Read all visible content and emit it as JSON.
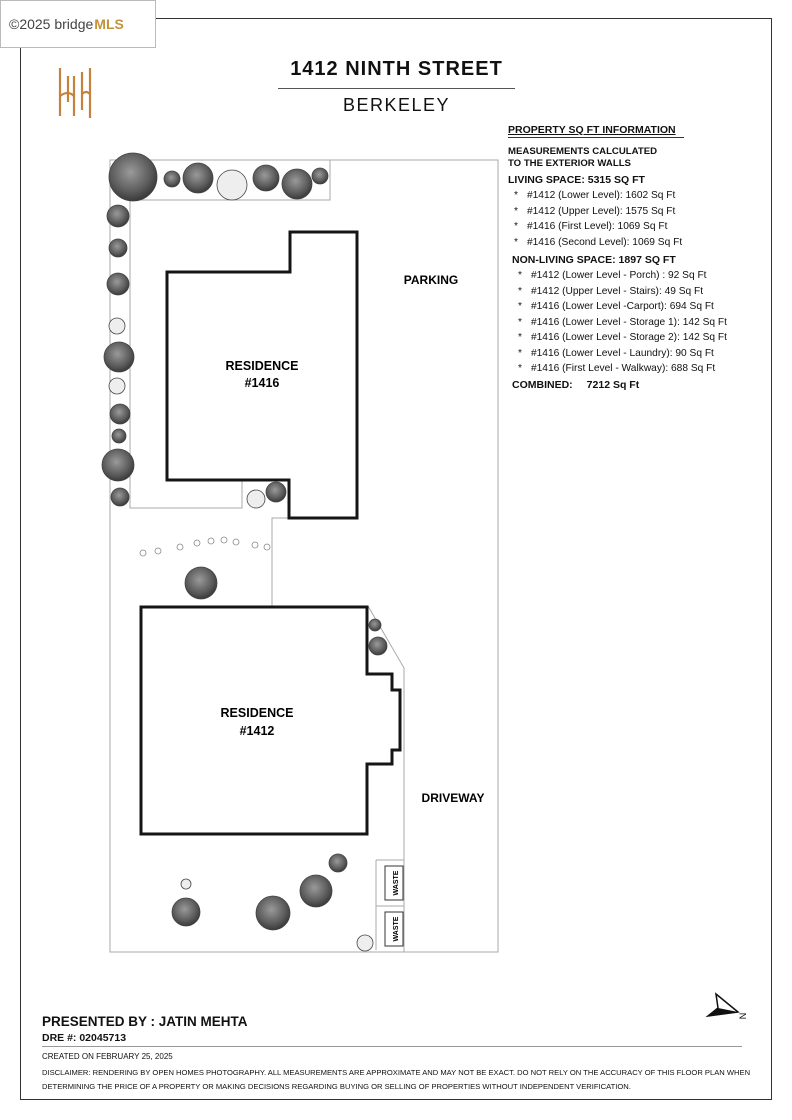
{
  "watermark": {
    "copyright": "©2025 bridge",
    "brand": "MLS"
  },
  "header": {
    "title": "1412 NINTH STREET",
    "subtitle": "BERKELEY"
  },
  "info": {
    "heading": "PROPERTY SQ FT INFORMATION",
    "measure_line1": "MEASUREMENTS CALCULATED",
    "measure_line2": "TO THE EXTERIOR WALLS",
    "living_title": "LIVING SPACE: 5315 SQ FT",
    "living_items": [
      "#1412 (Lower Level):   1602 Sq Ft",
      "#1412 (Upper Level):   1575 Sq Ft",
      "#1416 (First Level):   1069 Sq Ft",
      "#1416 (Second Level):   1069 Sq Ft"
    ],
    "nonliving_title": "NON-LIVING SPACE: 1897 SQ FT",
    "nonliving_items": [
      "#1412 (Lower Level - Porch) :   92 Sq Ft",
      "#1412 (Upper Level - Stairs):   49 Sq Ft",
      "#1416 (Lower Level -Carport):   694 Sq Ft",
      "#1416 (Lower Level - Storage 1):   142 Sq Ft",
      "#1416 (Lower Level - Storage 2):   142 Sq Ft",
      "#1416 (Lower Level - Laundry):   90 Sq Ft",
      "#1416 (First Level - Walkway):   688 Sq Ft"
    ],
    "combined_label": "COMBINED:",
    "combined_value": "7212  Sq Ft"
  },
  "plan": {
    "residence_1416": [
      "RESIDENCE",
      "#1416"
    ],
    "residence_1412": [
      "RESIDENCE",
      "#1412"
    ],
    "parking": "PARKING",
    "driveway": "DRIVEWAY",
    "waste1": "WASTE",
    "waste2": "WASTE",
    "north": "N"
  },
  "footer": {
    "presented": "PRESENTED BY : JATIN MEHTA",
    "dre": "DRE #: 02045713",
    "created": "CREATED ON FEBRUARY 25, 2025",
    "disclaimer": "DISCLAIMER: RENDERING BY OPEN HOMES PHOTOGRAPHY. ALL MEASUREMENTS ARE APPROXIMATE AND MAY NOT BE EXACT. DO NOT RELY ON THE ACCURACY OF THIS FLOOR PLAN WHEN DETERMINING THE PRICE OF A PROPERTY OR MAKING DECISIONS REGARDING BUYING OR SELLING OF PROPERTIES WITHOUT INDEPENDENT VERIFICATION."
  }
}
